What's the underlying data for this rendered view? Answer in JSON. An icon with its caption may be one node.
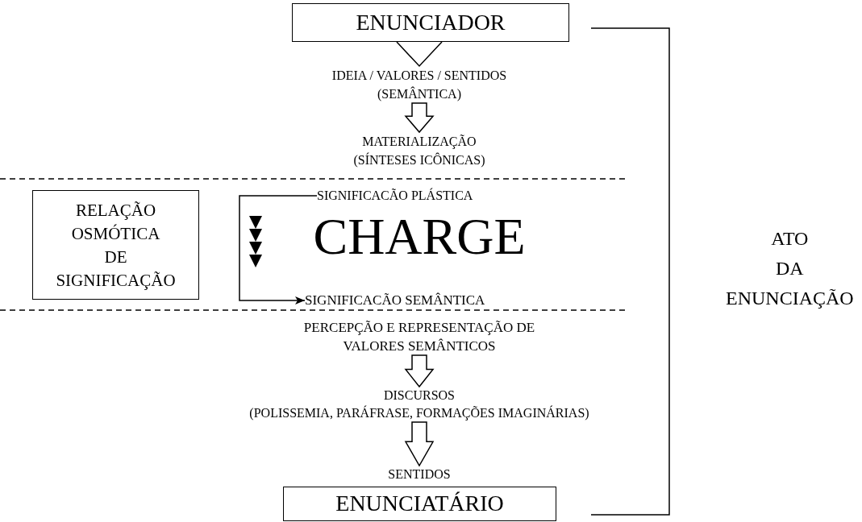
{
  "diagram": {
    "nodes": [
      {
        "text": [
          "ENUNCIADOR"
        ]
      },
      {
        "text": [
          "IDEIA / VALORES / SENTIDOS (SEMÂNTICA)"
        ]
      },
      {
        "text": [
          "MATERIALIZAÇÃO (SÍNTESES ICÔNICAS)"
        ]
      },
      {
        "text": [
          "RELAÇÃO OSMÓTICA DE SIGNIFICAÇÃO"
        ]
      },
      {
        "text": [
          "SIGNIFICACÃO PLÁSTICA"
        ]
      },
      {
        "text": [
          "CHARGE"
        ]
      },
      {
        "text": [
          "SIGNIFICACÃO SEMÂNTICA"
        ]
      },
      {
        "text": [
          "PERCEPÇÃO E REPRESENTAÇÃO DE VALORES SEMÂNTICOS"
        ]
      },
      {
        "text": [
          "DISCURSOS",
          "(POLISSEMIA, PARÁFRASE, FORMAÇÕES IMAGINÁRIAS)"
        ]
      },
      {
        "text": [
          "SENTIDOS"
        ]
      },
      {
        "text": [
          "ENUNCIATÁRIO"
        ]
      }
    ],
    "edges": [
      {
        "from": 0,
        "to": 1,
        "arrow": "to"
      },
      {
        "from": 1,
        "to": 2,
        "arrow": "to"
      },
      {
        "from": 4,
        "to": 6,
        "arrow": "to"
      },
      {
        "from": 7,
        "to": 8,
        "arrow": "to"
      },
      {
        "from": 8,
        "to": 9,
        "arrow": "to"
      }
    ],
    "labels": [
      "ATO DA ENUNCIAÇÃO"
    ]
  }
}
